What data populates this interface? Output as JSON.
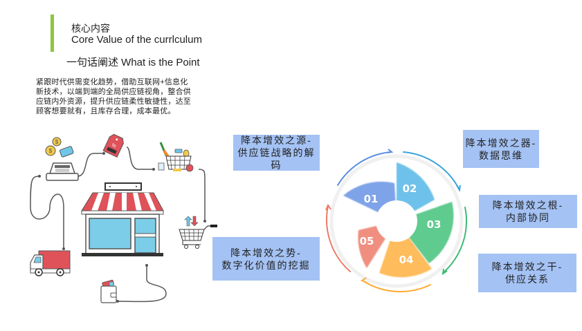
{
  "header": {
    "title_cn": "核心内容",
    "title_en": "Core Value of the currlculum",
    "subtitle": "一句话阐述 What is the Point",
    "accent_color": "#8dc63f"
  },
  "description": {
    "lines": [
      "紧跟时代供需变化趋势，借助互联网+信息化",
      "新技术，以端到端的全局供应链视角，整合供",
      "应链内外资源，提升供应链柔性敏捷性，达至",
      "顾客想要就有，且库存合理，成本最优。"
    ]
  },
  "illustration": {
    "items": [
      "cash-register-icon",
      "coins-icon",
      "credit-card-icon",
      "price-tag-icon",
      "grocery-basket-icon",
      "store-icon",
      "shopping-cart-icon",
      "delivery-truck-icon",
      "wallet-icon"
    ]
  },
  "wheel": {
    "segments": [
      {
        "num": "01",
        "color": "#7ea3e8"
      },
      {
        "num": "02",
        "color": "#6ec1ea"
      },
      {
        "num": "03",
        "color": "#5fcb8f"
      },
      {
        "num": "04",
        "color": "#ffbc5c"
      },
      {
        "num": "05",
        "color": "#f08f7f"
      }
    ]
  },
  "labels": {
    "source": {
      "line1": "降本增效之源-",
      "line2": "供应链战略的解码"
    },
    "tool": {
      "line1": "降本增效之器-",
      "line2": "数据思维"
    },
    "root": {
      "line1": "降本增效之根-",
      "line2": "内部协同"
    },
    "trunk": {
      "line1": "降本增效之干-",
      "line2": "供应关系"
    },
    "trend": {
      "line1": "降本增效之势-",
      "line2": "数字化价值的挖掘"
    },
    "box_color": "#a4c2f4"
  }
}
